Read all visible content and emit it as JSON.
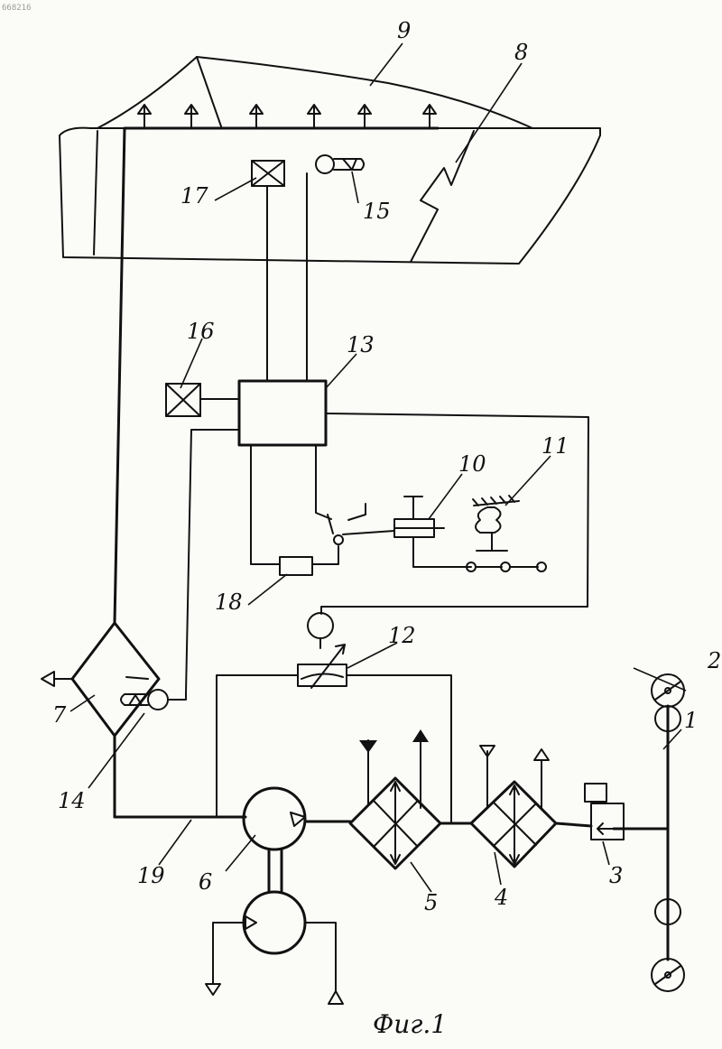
{
  "watermark": "668216",
  "caption": "Фиг.1",
  "labels": {
    "l1": "1",
    "l2": "2",
    "l3": "3",
    "l4": "4",
    "l5": "5",
    "l6": "6",
    "l7": "7",
    "l8": "8",
    "l9": "9",
    "l10": "10",
    "l11": "11",
    "l12": "12",
    "l13": "13",
    "l14": "14",
    "l15": "15",
    "l16": "16",
    "l17": "17",
    "l18": "18",
    "l19": "19"
  }
}
